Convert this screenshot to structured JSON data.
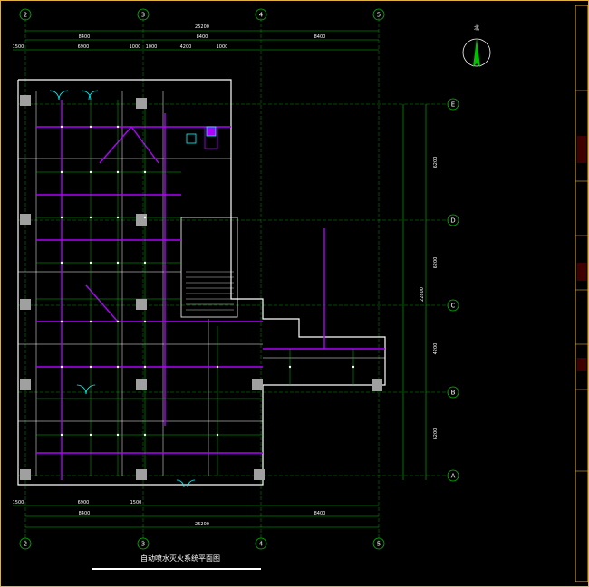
{
  "drawing": {
    "title": "自动喷水灭火系统平面图",
    "north_label": "北",
    "colors": {
      "background": "#000000",
      "wall": "#ffffff",
      "grid": "#00c000",
      "pipe": "#b000ff",
      "equipment": "#00ffff",
      "column": "#a0a0a0",
      "frame": "#e0b040"
    }
  },
  "grid_axes": {
    "columns": [
      "2",
      "3",
      "4",
      "5"
    ],
    "rows": [
      "E",
      "D",
      "C",
      "B",
      "A"
    ]
  },
  "dimensions": {
    "top_overall": "25200",
    "top_segments": [
      "8400",
      "8400",
      "8400"
    ],
    "top_details": [
      "1500",
      "6900",
      "1000",
      "1000",
      "4200",
      "1000"
    ],
    "bottom_overall": "25200",
    "bottom_segments": [
      "8400",
      "8400"
    ],
    "bottom_details": [
      "1500",
      "6900",
      "1500"
    ],
    "right_overall": "22800",
    "right_segments": [
      "6200",
      "6200",
      "4200",
      "6200"
    ]
  }
}
